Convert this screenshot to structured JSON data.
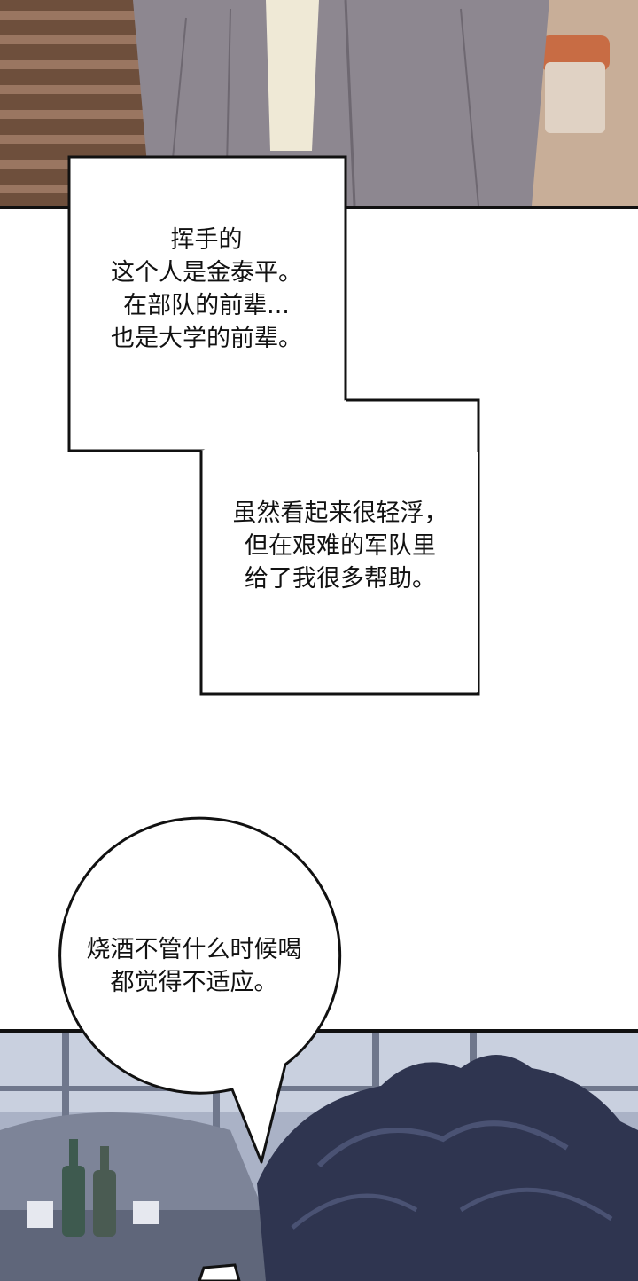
{
  "caption_box_1": {
    "lines": "挥手的\n这个人是金泰平。\n 在部队的前辈...\n也是大学的前辈。"
  },
  "caption_box_2": {
    "lines": "虽然看起来很轻浮，\n 但在艰难的军队里\n给了我很多帮助。"
  },
  "speech_bubble": {
    "lines": "烧酒不管什么时候喝\n都觉得不适应。"
  },
  "colors": {
    "border": "#111111",
    "top_panel_bg": "#b9a08b",
    "bottom_panel_bg": "#8f97ac",
    "hair": "#2f3550"
  }
}
